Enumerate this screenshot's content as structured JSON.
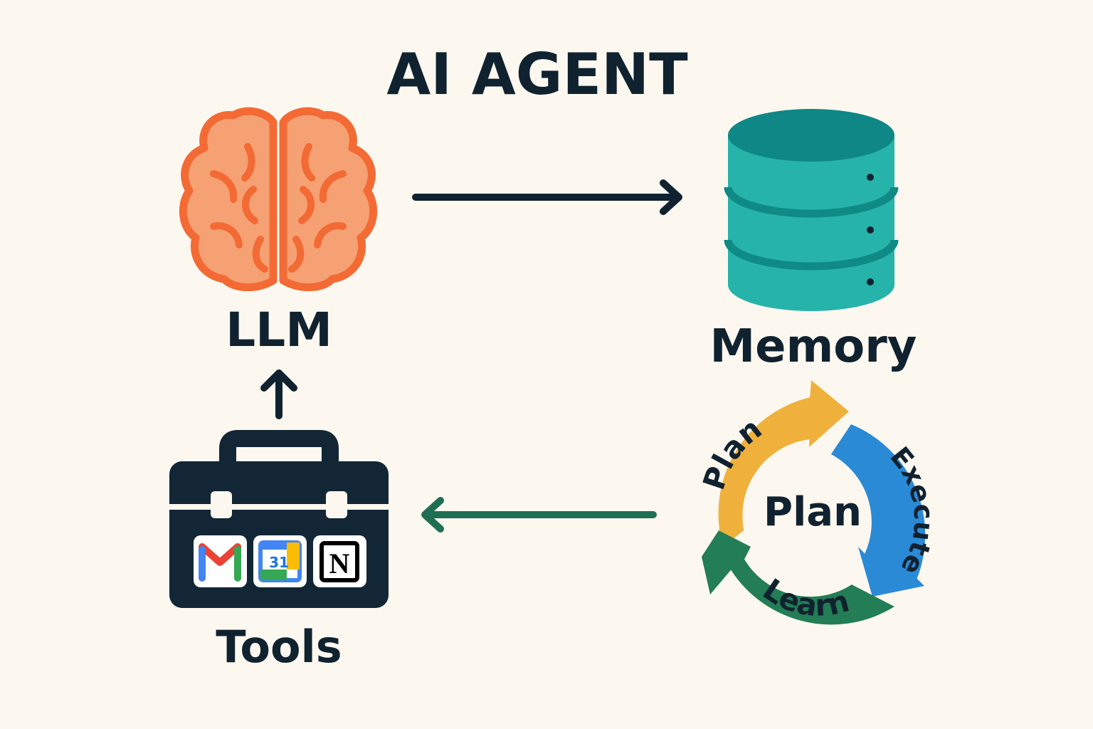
{
  "title": "AI AGENT",
  "colors": {
    "background": "#fcf8f0",
    "ink": "#10222f",
    "brain_fill": "#f6a173",
    "brain_stroke": "#f36a34",
    "db_top": "#0e8786",
    "db_body": "#26b3aa",
    "db_line": "#0f8a85",
    "toolbox": "#122635",
    "cycle_plan": "#f0b13c",
    "cycle_execute": "#2a8ad6",
    "cycle_learn": "#237d55",
    "arrow_green": "#1f6f53"
  },
  "nodes": {
    "llm": {
      "label": "LLM",
      "icon": "brain-icon"
    },
    "memory": {
      "label": "Memory",
      "icon": "database-icon"
    },
    "tools": {
      "label": "Tools",
      "icon": "toolbox-icon",
      "apps": [
        {
          "name": "gmail-icon",
          "text": "M"
        },
        {
          "name": "calendar-icon",
          "text": "31"
        },
        {
          "name": "notion-icon",
          "text": "N"
        }
      ]
    },
    "cycle": {
      "center_label": "Plan",
      "segments": [
        {
          "name": "plan",
          "label": "Plan"
        },
        {
          "name": "execute",
          "label": "Execute"
        },
        {
          "name": "learn",
          "label": "Learn"
        }
      ]
    }
  },
  "edges": [
    {
      "from": "llm",
      "to": "memory"
    },
    {
      "from": "tools",
      "to": "llm"
    },
    {
      "from": "cycle",
      "to": "tools"
    }
  ]
}
